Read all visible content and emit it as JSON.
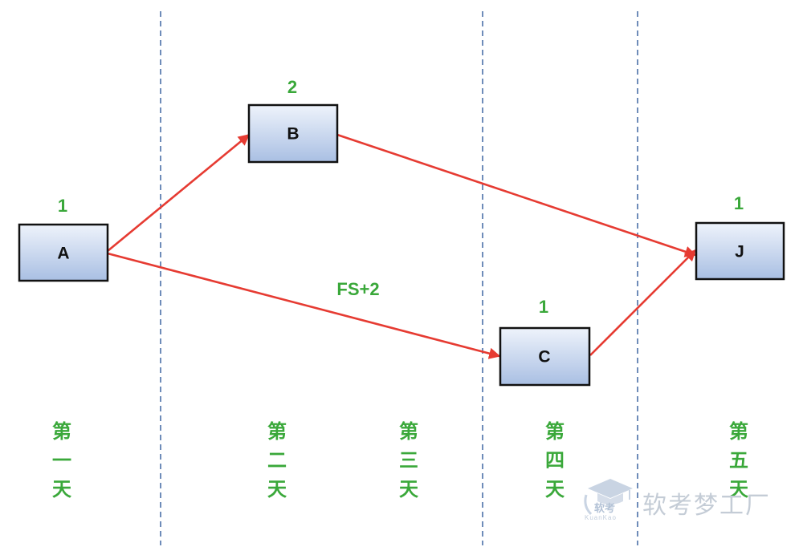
{
  "nodes": {
    "A": {
      "label": "A",
      "duration": "1"
    },
    "B": {
      "label": "B",
      "duration": "2"
    },
    "C": {
      "label": "C",
      "duration": "1"
    },
    "J": {
      "label": "J",
      "duration": "1"
    }
  },
  "edges": {
    "a_b": {
      "from": "A",
      "to": "B",
      "label": ""
    },
    "a_c": {
      "from": "A",
      "to": "C",
      "label": "FS+2"
    },
    "b_j": {
      "from": "B",
      "to": "J",
      "label": ""
    },
    "c_j": {
      "from": "C",
      "to": "J",
      "label": ""
    }
  },
  "days": [
    {
      "chars": [
        "第",
        "一",
        "天"
      ]
    },
    {
      "chars": [
        "第",
        "二",
        "天"
      ]
    },
    {
      "chars": [
        "第",
        "三",
        "天"
      ]
    },
    {
      "chars": [
        "第",
        "四",
        "天"
      ]
    },
    {
      "chars": [
        "第",
        "五",
        "天"
      ]
    }
  ],
  "watermark": {
    "logo_text": "软考",
    "logo_sub": "KuanKao",
    "text": "软考梦工厂"
  },
  "colors": {
    "edge": "#e63b32",
    "label_green": "#3aa83a",
    "node_fill_top": "#eef3fb",
    "node_fill_bottom": "#a9bfe3",
    "divider": "#4a6fa8"
  }
}
